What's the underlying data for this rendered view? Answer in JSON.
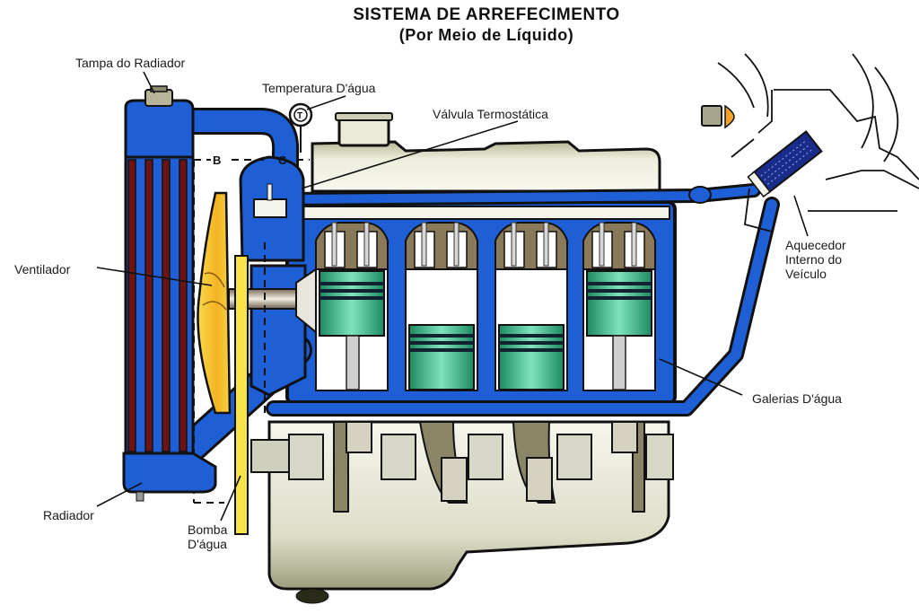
{
  "title": {
    "line1": "SISTEMA DE ARREFECIMENTO",
    "line2": "(Por Meio de Líquido)"
  },
  "labels": {
    "radiator_cap": "Tampa do Radiador",
    "water_temperature": "Temperatura D'água",
    "thermostatic_valve": "Válvula Termostática",
    "fan": "Ventilador",
    "heater_line1": "Aquecedor",
    "heater_line2": "Interno do",
    "heater_line3": "Veículo",
    "water_galleries": "Galerias D'água",
    "radiator": "Radiador",
    "water_pump_line1": "Bomba",
    "water_pump_line2": "D'água"
  },
  "markers": {
    "b": "B",
    "c": "C",
    "thermometer": "T"
  },
  "colors": {
    "coolant_blue": "#1f5fd6",
    "coolant_dark": "#0c2a8a",
    "engine_block": "#e6e7d6",
    "engine_shade": "#9a9a78",
    "piston_green": "#3fb98a",
    "fan_yellow": "#f2c623",
    "radiator_core_red": "#7a1010",
    "outline": "#111111"
  }
}
